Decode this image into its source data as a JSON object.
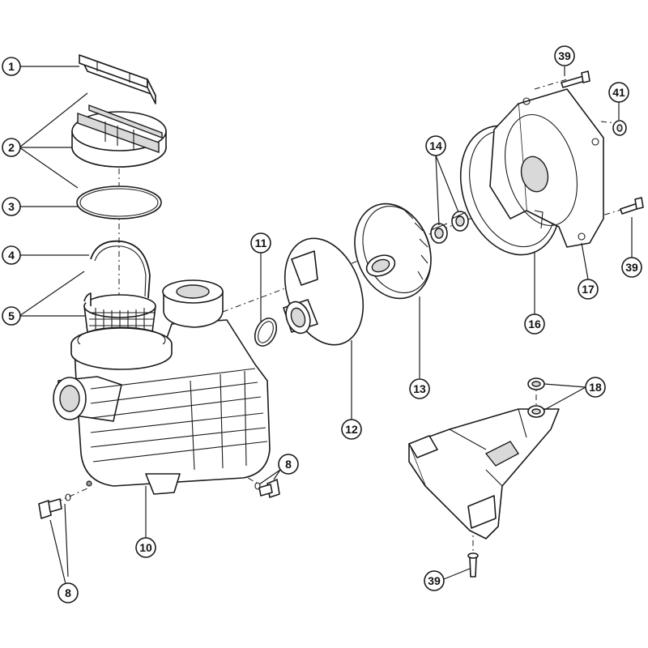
{
  "colors": {
    "line": "#1a1a1a",
    "background": "#ffffff",
    "shade": "#d9d9d9"
  },
  "callouts": {
    "c1": "1",
    "c2": "2",
    "c3": "3",
    "c4": "4",
    "c5": "5",
    "c8a": "8",
    "c8b": "8",
    "c10": "10",
    "c11": "11",
    "c12": "12",
    "c13": "13",
    "c14": "14",
    "c16": "16",
    "c17": "17",
    "c18": "18",
    "c39a": "39",
    "c39b": "39",
    "c39c": "39",
    "c41": "41"
  }
}
